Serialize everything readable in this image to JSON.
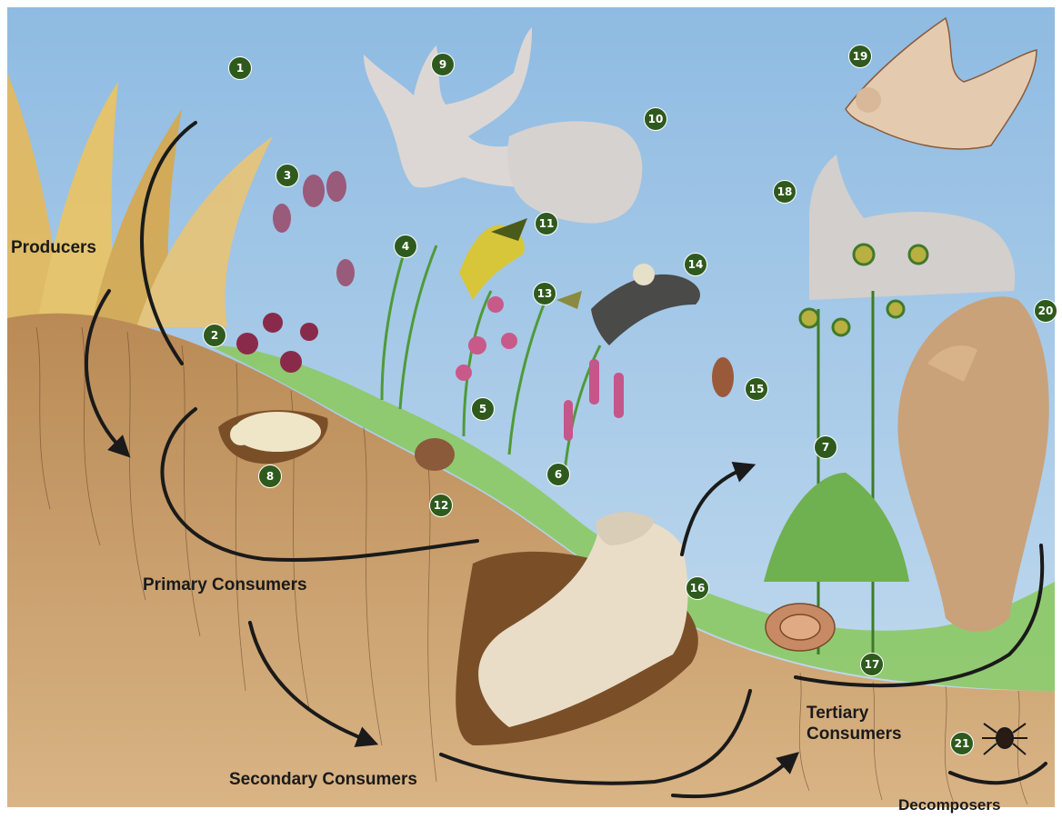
{
  "labels": {
    "producers": "Producers",
    "primary": "Primary Consumers",
    "secondary": "Secondary Consumers",
    "tertiary_line1": "Tertiary",
    "tertiary_line2": "Consumers",
    "decomposers": "Decomposers"
  },
  "badges": [
    "1",
    "2",
    "3",
    "4",
    "5",
    "6",
    "7",
    "8",
    "9",
    "10",
    "11",
    "12",
    "13",
    "14",
    "15",
    "16",
    "17",
    "18",
    "19",
    "20",
    "21"
  ],
  "colors": {
    "sky": "#a9cbe8",
    "soil": "#c89a63",
    "soil_dark": "#8a5a2c",
    "grass": "#7bbf5a",
    "tan_grass": "#e0b45a",
    "badge": "#2f5a1d",
    "arrow": "#1a1a1a",
    "silhouette": "#d8d4d2"
  },
  "icons": [
    "grass-icon",
    "flower-icon",
    "moose-silhouette-icon",
    "bison-silhouette-icon",
    "bird-icon",
    "mouse-icon",
    "pocket-gopher-icon",
    "vole-icon",
    "grasshopper-icon",
    "badger-icon",
    "snake-icon",
    "fox-icon",
    "hawk-icon",
    "pronghorn-silhouette-icon",
    "spider-icon"
  ]
}
